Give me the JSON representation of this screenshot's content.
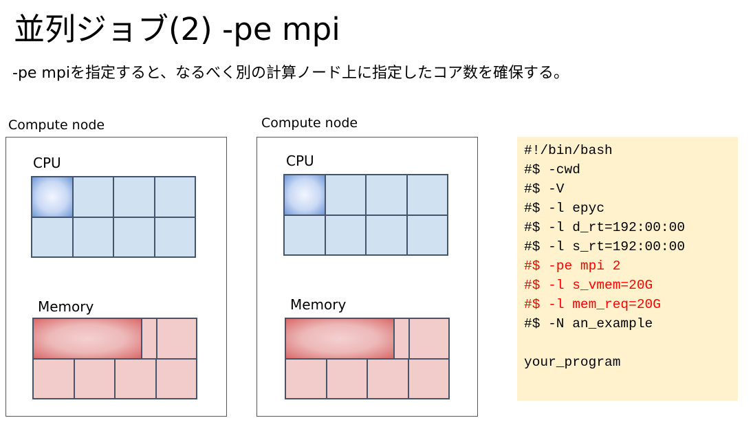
{
  "title": "並列ジョブ(2) -pe mpi",
  "subtitle": "-pe mpiを指定すると、なるべく別の計算ノード上に指定したコア数を確保する。",
  "nodes": [
    {
      "label": "Compute node",
      "cpu_label": "CPU",
      "memory_label": "Memory",
      "cpu_cores": 8,
      "cpu_used": 1
    },
    {
      "label": "Compute node",
      "cpu_label": "CPU",
      "memory_label": "Memory",
      "cpu_cores": 8,
      "cpu_used": 1
    }
  ],
  "script": {
    "lines": [
      {
        "text": "#!/bin/bash",
        "highlight": false
      },
      {
        "text": "#$ -cwd",
        "highlight": false
      },
      {
        "text": "#$ -V",
        "highlight": false
      },
      {
        "text": "#$ -l epyc",
        "highlight": false
      },
      {
        "text": "#$ -l d_rt=192:00:00",
        "highlight": false
      },
      {
        "text": "#$ -l s_rt=192:00:00",
        "highlight": false
      },
      {
        "text": "#$ -pe mpi 2",
        "highlight": true
      },
      {
        "text": "#$ -l s_vmem=20G",
        "highlight": true
      },
      {
        "text": "#$ -l mem_req=20G",
        "highlight": true
      },
      {
        "text": "#$ -N an_example",
        "highlight": false
      },
      {
        "text": "",
        "highlight": false
      },
      {
        "text": "your_program",
        "highlight": false
      }
    ]
  },
  "colors": {
    "highlight": "#ff0000",
    "code_bg": "#fff2cc",
    "cpu": "#d0e1f2",
    "memory": "#f2cbcb"
  }
}
